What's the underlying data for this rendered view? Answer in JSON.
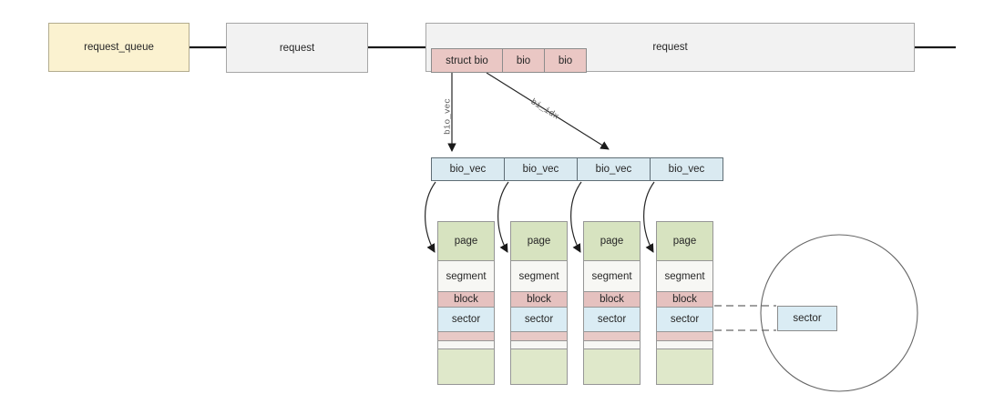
{
  "diagram": {
    "nodes": {
      "request_queue": {
        "label": "request_queue"
      },
      "request": {
        "label": "request"
      },
      "request_large": {
        "label": "request"
      },
      "bio_cells": [
        {
          "label": "struct bio"
        },
        {
          "label": "bio"
        },
        {
          "label": "bio"
        }
      ],
      "bio_vec_cells": [
        {
          "label": "bio_vec"
        },
        {
          "label": "bio_vec"
        },
        {
          "label": "bio_vec"
        },
        {
          "label": "bio_vec"
        }
      ],
      "disk_sector": {
        "label": "sector"
      }
    },
    "edge_labels": {
      "bio_vec_pointer": "bio_vec",
      "bi_idx_pointer": "bi_idx"
    },
    "columns": [
      {
        "rows": [
          {
            "label": "page"
          },
          {
            "label": "segment"
          },
          {
            "label": "block"
          },
          {
            "label": "sector"
          }
        ]
      },
      {
        "rows": [
          {
            "label": "page"
          },
          {
            "label": "segment"
          },
          {
            "label": "block"
          },
          {
            "label": "sector"
          }
        ]
      },
      {
        "rows": [
          {
            "label": "page"
          },
          {
            "label": "segment"
          },
          {
            "label": "block"
          },
          {
            "label": "sector"
          }
        ]
      },
      {
        "rows": [
          {
            "label": "page"
          },
          {
            "label": "segment"
          },
          {
            "label": "block"
          },
          {
            "label": "sector"
          }
        ]
      }
    ],
    "colors": {
      "queue_fill": "#fbf2d0",
      "request_fill": "#f2f2f2",
      "bio_fill": "#eac7c4",
      "bio_vec_fill": "#daeaf1",
      "page_fill": "#d7e3c0",
      "segment_fill": "#f7f7f4",
      "block_fill": "#e5c1bf",
      "sector_fill": "#daecf4",
      "bottom_green_fill": "#dfe8ca",
      "connector_line": "#1a1a1a",
      "dashed_line": "#808080"
    }
  }
}
